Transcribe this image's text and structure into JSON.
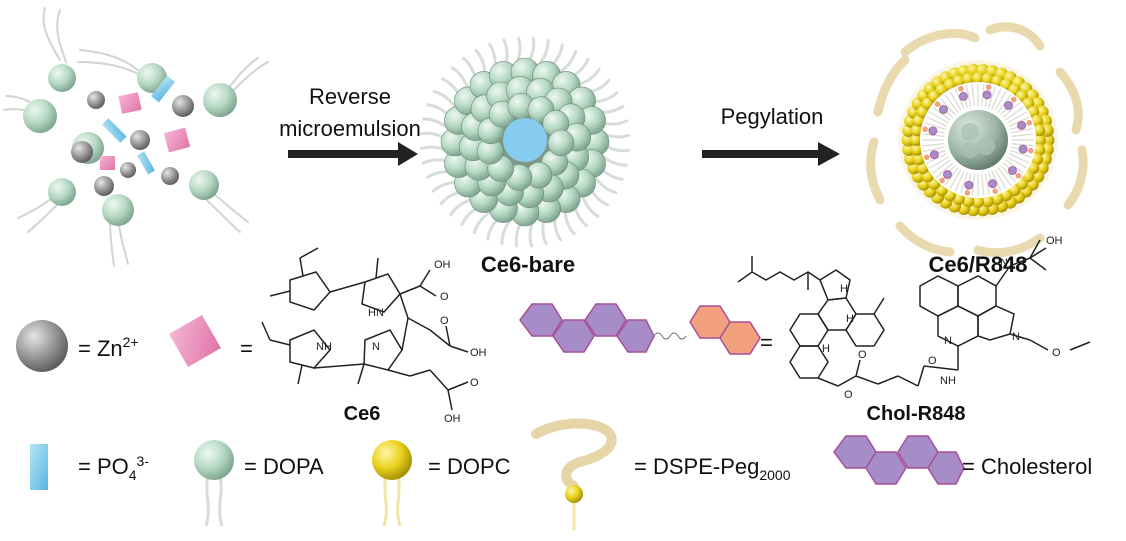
{
  "steps": {
    "step1": [
      "Reverse",
      "microemulsion"
    ],
    "step2": "Pegylation"
  },
  "products": {
    "bare": "Ce6-bare",
    "loaded": "Ce6/R848"
  },
  "molecules": {
    "ce6": "Ce6",
    "chol_r848": "Chol-R848",
    "atoms": {
      "oh": "OH",
      "o": "O",
      "hn": "HN",
      "nh": "NH",
      "n": "N",
      "h": "H"
    }
  },
  "legend": {
    "zn": {
      "text": "= Zn",
      "sup": "2+"
    },
    "eq": "=",
    "po4": {
      "text": "= PO",
      "sub": "4",
      "sup": "3-"
    },
    "dopa": "= DOPA",
    "dopc": "= DOPC",
    "dspe": {
      "text": "= DSPE-Peg",
      "sub": "2000"
    },
    "cholesterol": "= Cholesterol"
  },
  "colors": {
    "zn": "#8c8c8c",
    "phosphate_pink": "#ee8fbe",
    "phosphate_blue": "#7fc9ea",
    "dopa_green": "#b6d9c4",
    "dopc_yellow": "#e8d21c",
    "peg_tan": "#e2cf9c",
    "chol_purple": "#a78dc7",
    "r848_orange": "#f3a07e",
    "core_blue": "#86ccef"
  },
  "icons": [
    "zinc-sphere",
    "phosphate-square",
    "phosphate-bar",
    "dopa-lipid",
    "dopc-lipid",
    "peg-lipid",
    "cholesterol-rings",
    "arrow-right"
  ]
}
